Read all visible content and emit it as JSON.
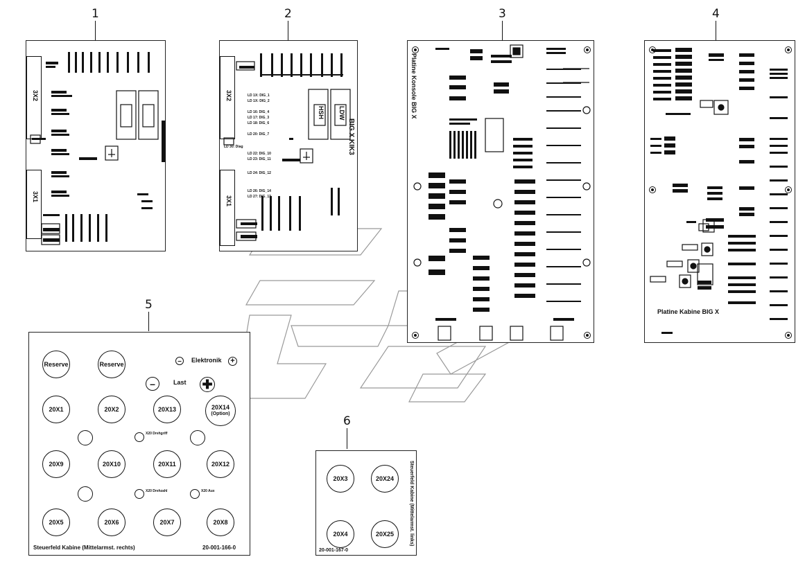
{
  "callouts": [
    "1",
    "2",
    "3",
    "4",
    "5",
    "6"
  ],
  "plate1": {
    "left_labels": [
      "3X2",
      "3X1"
    ]
  },
  "plate2": {
    "left_labels": [
      "3X2",
      "3X1"
    ],
    "side_label": "BIG X KIK3",
    "relay_labels": [
      "HSH",
      "LDW"
    ],
    "led_labels": [
      "LD 1X: DIG_1",
      "LD 1X: DIG_2",
      "LD 16: DIG_4",
      "LD 17: DIG_3",
      "LD 18: DIG_6",
      "LD 20: DIG_7",
      "LD 22: DIG_10",
      "LD 23: DIG_11",
      "LD 24: DIG_12",
      "LD 26: DIG_14",
      "LD 27: DIG_13",
      "LD 30: Diag"
    ]
  },
  "plate3": {
    "title": "Platine Konsole BIG X"
  },
  "plate4": {
    "title": "Platine Kabine BIG X"
  },
  "plate5": {
    "top_buttons": [
      "Reserve",
      "Reserve"
    ],
    "elektronik_label": "Elektronik",
    "last_label": "Last",
    "row1": [
      "20X1",
      "20X2",
      "20X13",
      "20X14"
    ],
    "row1_sub": "(Option)",
    "row2": [
      "20X9",
      "20X10",
      "20X11",
      "20X12"
    ],
    "row3": [
      "20X5",
      "20X6",
      "20X7",
      "20X8"
    ],
    "led_labels": [
      "X20 Drehgriff",
      "X20 Drehzahl",
      "X20 Aux"
    ],
    "footer_left": "Steuerfeld Kabine (Mittelarmst. rechts)",
    "footer_right": "20-001-166-0"
  },
  "plate6": {
    "buttons": [
      "20X3",
      "20X24",
      "20X4",
      "20X25"
    ],
    "side_label": "Steuerfeld Kabine (Mittelarmst. links)",
    "footer": "20-001-167-0"
  }
}
